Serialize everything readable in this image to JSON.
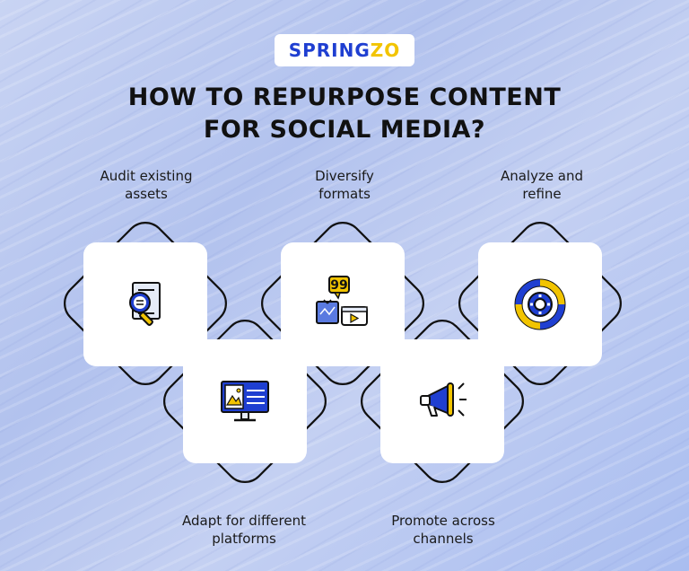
{
  "logo": {
    "text_main": "SPRING",
    "text_accent": "ZO"
  },
  "title": {
    "line1": "HOW TO REPURPOSE CONTENT",
    "line2": "FOR SOCIAL MEDIA?"
  },
  "steps": [
    {
      "line1": "Audit existing",
      "line2": "assets",
      "icon": "document-search-icon"
    },
    {
      "line1": "Adapt for different",
      "line2": "platforms",
      "icon": "monitor-media-icon"
    },
    {
      "line1": "Diversify",
      "line2": "formats",
      "icon": "media-formats-icon"
    },
    {
      "line1": "Promote across",
      "line2": "channels",
      "icon": "megaphone-icon"
    },
    {
      "line1": "Analyze and",
      "line2": "refine",
      "icon": "gear-cycle-icon"
    }
  ],
  "colors": {
    "accent_blue": "#1f3fd1",
    "accent_yellow": "#f2c400",
    "outline": "#111111"
  }
}
